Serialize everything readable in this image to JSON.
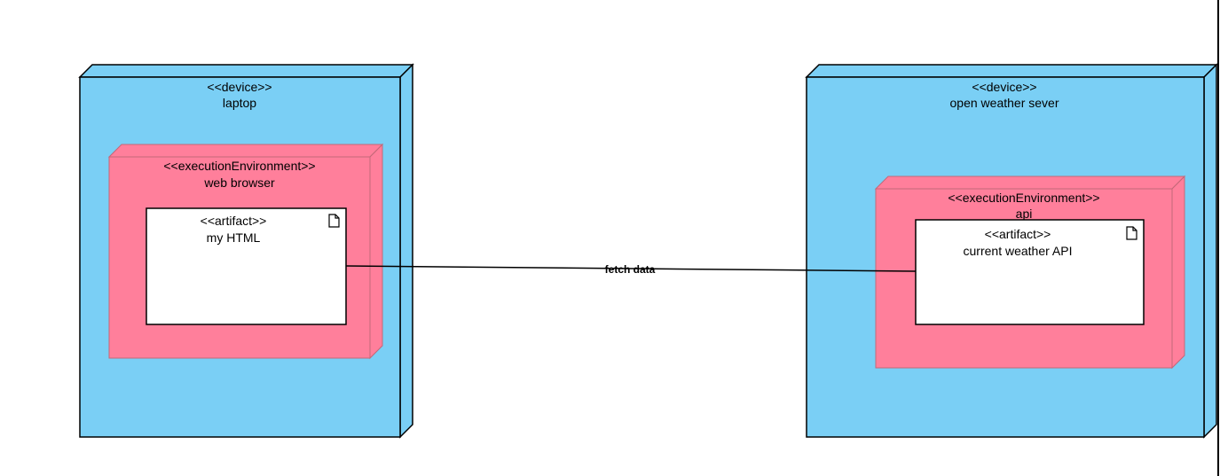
{
  "colors": {
    "device_fill": "#7acff5",
    "environment_fill": "#ff7f9b",
    "artifact_fill": "#ffffff",
    "stroke": "#000000",
    "environment_stroke": "#c36878"
  },
  "nodes": {
    "laptop": {
      "stereotype": "<<device>>",
      "name": "laptop",
      "environment": {
        "stereotype": "<<executionEnvironment>>",
        "name": "web browser",
        "artifact": {
          "stereotype": "<<artifact>>",
          "name": "my HTML",
          "icon": "document-icon"
        }
      }
    },
    "server": {
      "stereotype": "<<device>>",
      "name": "open weather sever",
      "environment": {
        "stereotype": "<<executionEnvironment>>",
        "name": "api",
        "artifact": {
          "stereotype": "<<artifact>>",
          "name": "current weather API",
          "icon": "document-icon"
        }
      }
    }
  },
  "connection": {
    "label": "fetch data"
  }
}
